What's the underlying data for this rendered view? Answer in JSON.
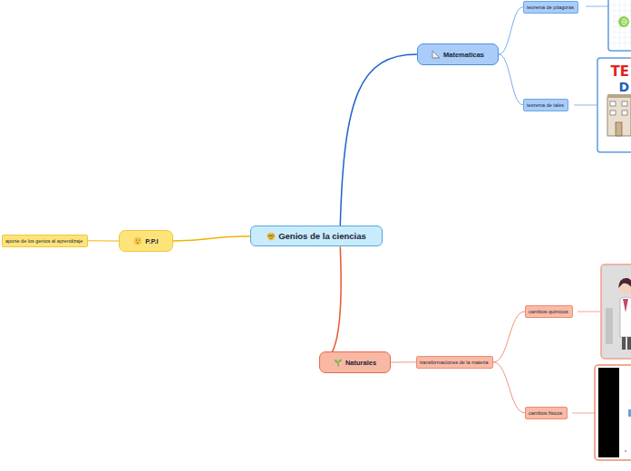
{
  "diagram": {
    "nodes": [
      {
        "text": [
          "Genios de la ciencias"
        ]
      },
      {
        "text": [
          "Matematicas"
        ]
      },
      {
        "text": [
          "teorema de pitagoras"
        ]
      },
      {
        "text": [
          "teorema de tales"
        ]
      },
      {
        "text": [
          "P.P.I"
        ]
      },
      {
        "text": [
          "aporte de los genios al aprendizaje"
        ]
      },
      {
        "text": [
          "Naturales"
        ]
      },
      {
        "text": [
          "transformaciones de la materia"
        ]
      },
      {
        "text": [
          "cambios quimicos"
        ]
      },
      {
        "text": [
          "cambios fisicos"
        ]
      }
    ],
    "edges": [
      {
        "from": 0,
        "to": 1,
        "arrow": "none"
      },
      {
        "from": 1,
        "to": 2,
        "arrow": "none"
      },
      {
        "from": 1,
        "to": 3,
        "arrow": "none"
      },
      {
        "from": 0,
        "to": 4,
        "arrow": "none"
      },
      {
        "from": 4,
        "to": 5,
        "arrow": "none"
      },
      {
        "from": 0,
        "to": 6,
        "arrow": "none"
      },
      {
        "from": 6,
        "to": 7,
        "arrow": "none"
      },
      {
        "from": 7,
        "to": 8,
        "arrow": "none"
      },
      {
        "from": 7,
        "to": 9,
        "arrow": "none"
      }
    ],
    "labels": [
      "TE",
      "D"
    ]
  }
}
